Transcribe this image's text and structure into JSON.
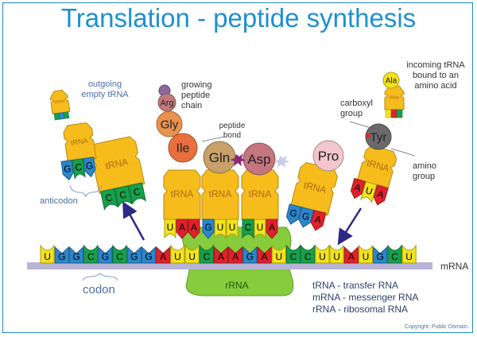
{
  "title": "Translation - peptide synthesis",
  "mrna_bases": [
    "U",
    "G",
    "G",
    "C",
    "G",
    "C",
    "G",
    "G",
    "A",
    "U",
    "U",
    "C",
    "A",
    "A",
    "G",
    "A",
    "U",
    "C",
    "C",
    "U",
    "U",
    "A",
    "U",
    "G",
    "C",
    "U"
  ],
  "ribosome_codons": [
    {
      "bases": [
        "U",
        "A",
        "A"
      ]
    },
    {
      "bases": [
        "G",
        "U",
        "U"
      ]
    },
    {
      "bases": [
        "C",
        "U",
        "A"
      ]
    }
  ],
  "trna_left_anticodon": [
    "G",
    "C",
    "G"
  ],
  "trna_exit_anticodon": [
    "C",
    "C",
    "C"
  ],
  "trna_pro_anticodon": [
    "G",
    "G",
    "A"
  ],
  "trna_right_anticodon": [
    "A",
    "U",
    "A"
  ],
  "trna_small_anticodon": [
    "U",
    "A",
    "C"
  ],
  "chain_amino_acids": [
    "Gly",
    "Arg"
  ],
  "amino_acids": {
    "ile": "Ile",
    "gln": "Gln",
    "asp": "Asp",
    "pro": "Pro",
    "tyr": "Tyr",
    "ala": "Ala"
  },
  "trna_label": "tRNA",
  "labels": {
    "outgoing": "outgoing\nempty tRNA",
    "growing": "growing\npeptide\nchain",
    "peptide_bond": "peptide\nbond",
    "incoming": "incoming tRNA\nbound to an\namino acid",
    "carboxyl": "carboxyl\ngroup",
    "amino_group": "amino\ngroup",
    "anticodon": "anticodon",
    "codon": "codon",
    "mrna": "mRNA",
    "rrna": "rRNA"
  },
  "legend": [
    "tRNA - transfer RNA",
    "mRNA - messenger RNA",
    "rRNA - ribosomal RNA"
  ],
  "copyright": "Copyright: Public Domain",
  "colors": {
    "U": "#f3e21c",
    "G": "#2b86cc",
    "C": "#16a04b",
    "A": "#e0212b",
    "trna": "#f5bc1c",
    "rrna": "#86cc3c",
    "mrna_bar": "#b9b3d6",
    "title": "#1e90d0"
  }
}
